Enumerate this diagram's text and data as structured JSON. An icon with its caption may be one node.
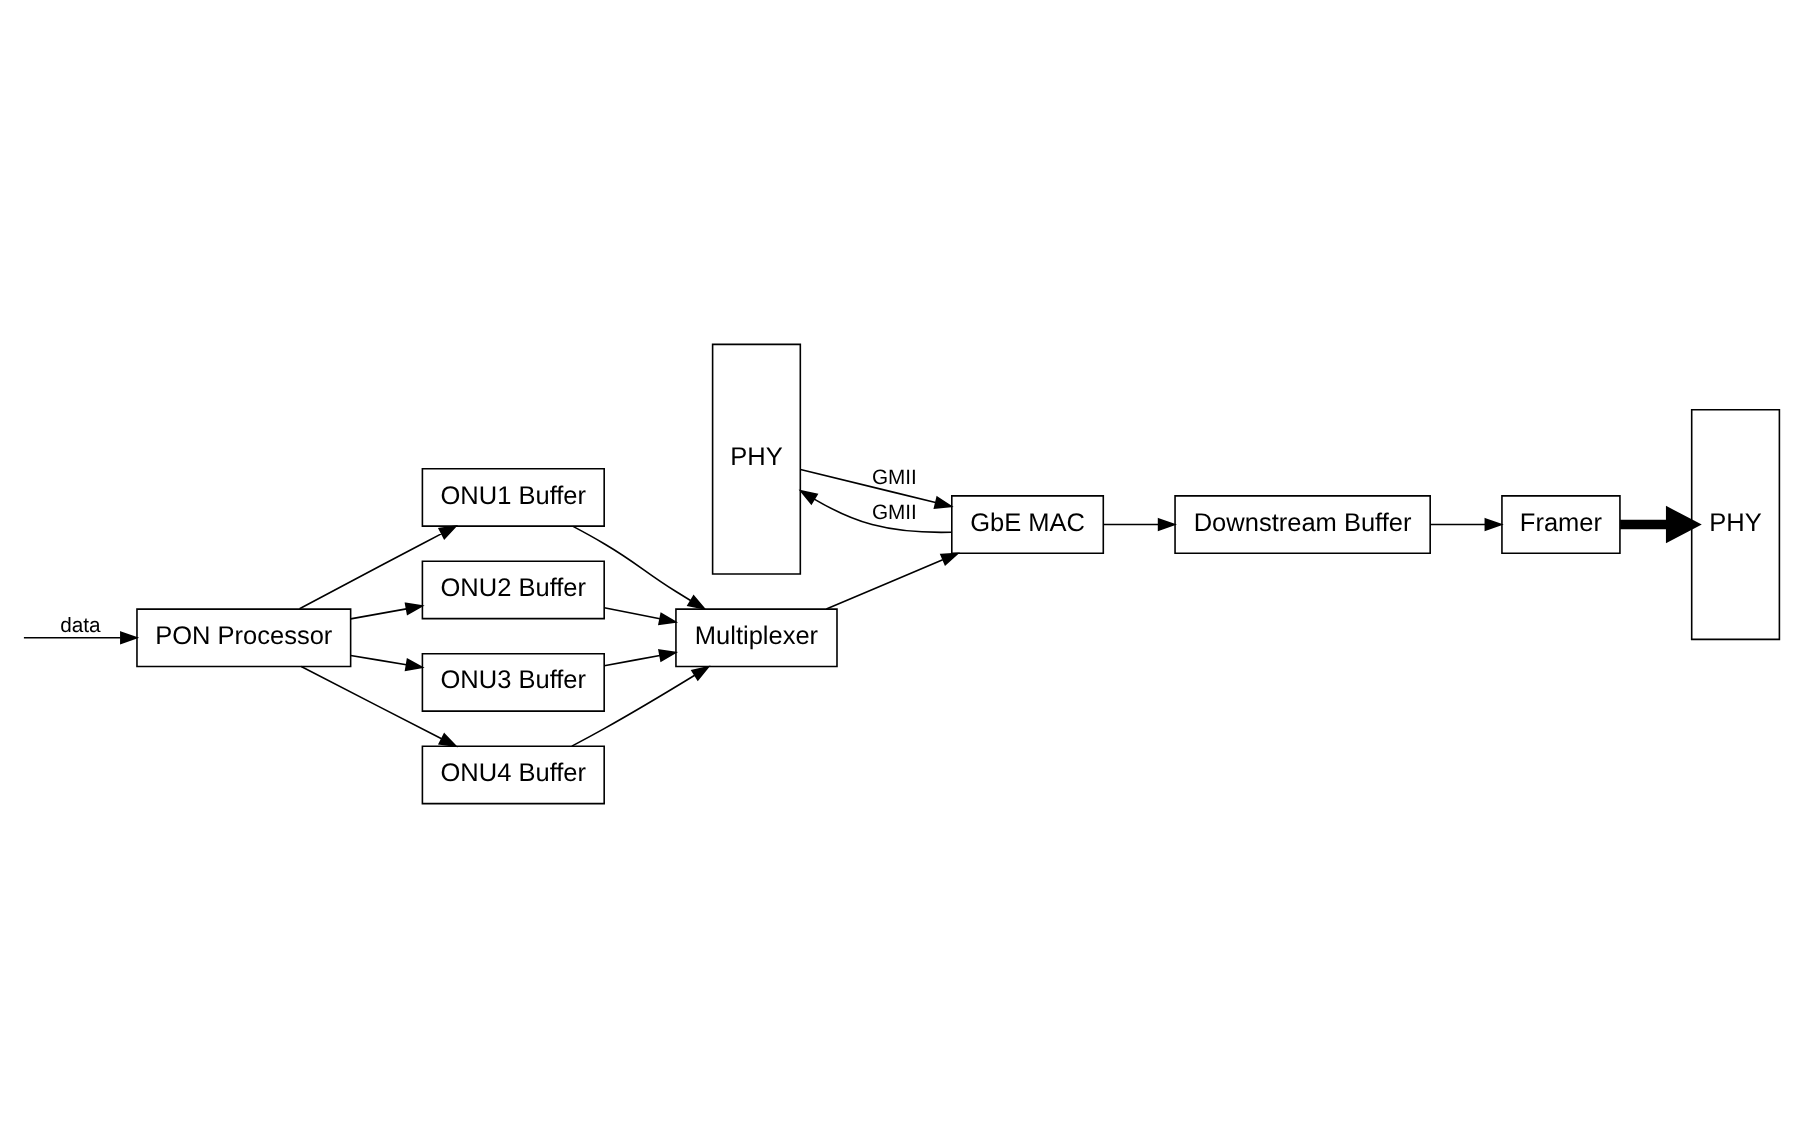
{
  "diagram": {
    "nodes": [
      {
        "text": [
          "PHY"
        ]
      },
      {
        "text": [
          "PHY"
        ]
      },
      {
        "text": [
          "GbE MAC"
        ]
      },
      {
        "text": [
          "ONU1 Buffer"
        ]
      },
      {
        "text": [
          "ONU2 Buffer"
        ]
      },
      {
        "text": [
          "ONU3 Buffer"
        ]
      },
      {
        "text": [
          "ONU4 Buffer"
        ]
      },
      {
        "text": [
          "PON Processor"
        ]
      },
      {
        "text": [
          "Multiplexer"
        ]
      },
      {
        "text": [
          "Downstream Buffer"
        ]
      },
      {
        "text": [
          "Framer"
        ]
      }
    ],
    "edges": [
      {
        "from": 7,
        "to": 3,
        "arrow": "to"
      },
      {
        "from": 7,
        "to": 4,
        "arrow": "to"
      },
      {
        "from": 7,
        "to": 5,
        "arrow": "to"
      },
      {
        "from": 7,
        "to": 6,
        "arrow": "to"
      },
      {
        "from": null,
        "to": 7,
        "arrow": "to",
        "label": "data"
      },
      {
        "from": 2,
        "to": 0,
        "arrow": "to",
        "label": "GMII"
      },
      {
        "from": 0,
        "to": 2,
        "arrow": "to",
        "label": "GMII"
      },
      {
        "from": 3,
        "to": 8,
        "arrow": "to"
      },
      {
        "from": 4,
        "to": 8,
        "arrow": "to"
      },
      {
        "from": 5,
        "to": 8,
        "arrow": "to"
      },
      {
        "from": 6,
        "to": 8,
        "arrow": "to"
      },
      {
        "from": 8,
        "to": 2,
        "arrow": "to"
      },
      {
        "from": 2,
        "to": 9,
        "arrow": "to"
      },
      {
        "from": 9,
        "to": 10,
        "arrow": "to"
      },
      {
        "from": 10,
        "to": 1,
        "arrow": "to",
        "style": "thick"
      }
    ]
  }
}
